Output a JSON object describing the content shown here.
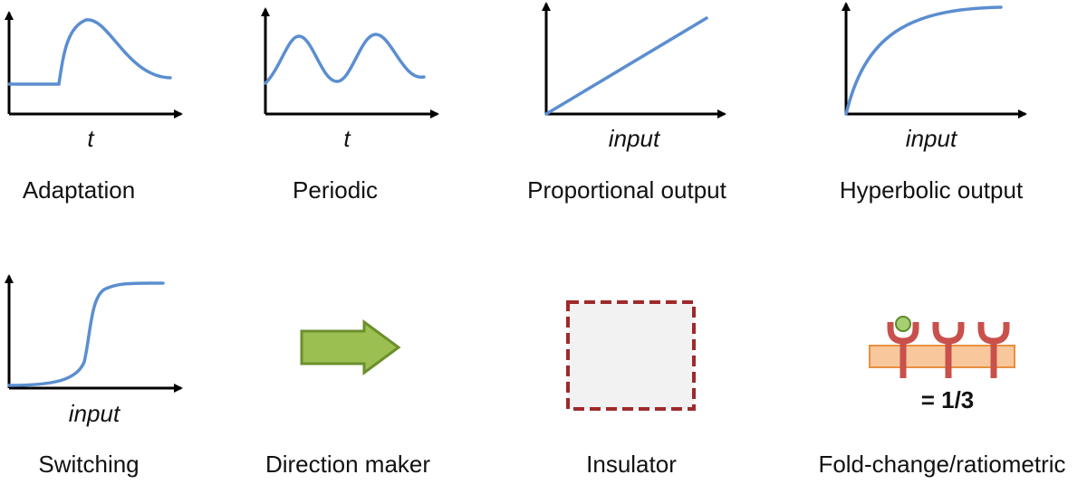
{
  "panels": [
    {
      "id": "adaptation",
      "caption": "Adaptation",
      "axis_label": "t",
      "icon": "adaptation-curve"
    },
    {
      "id": "periodic",
      "caption": "Periodic",
      "axis_label": "t",
      "icon": "oscillation-curve"
    },
    {
      "id": "proportional",
      "caption": "Proportional output",
      "axis_label": "input",
      "icon": "linear-curve"
    },
    {
      "id": "hyperbolic",
      "caption": "Hyperbolic output",
      "axis_label": "input",
      "icon": "saturation-curve"
    },
    {
      "id": "switching",
      "caption": "Switching",
      "axis_label": "input",
      "icon": "sigmoid-curve"
    },
    {
      "id": "direction",
      "caption": "Direction maker",
      "icon": "right-arrow"
    },
    {
      "id": "insulator",
      "caption": "Insulator",
      "icon": "dashed-box"
    },
    {
      "id": "foldchange",
      "caption": "Fold-change/ratiometric",
      "ratio_label": "= 1/3",
      "icon": "receptor-membrane"
    }
  ],
  "colors": {
    "axis": "#000000",
    "curve": "#5b8ed0",
    "arrow_fill": "#9cbf52",
    "arrow_stroke": "#6b8f2c",
    "box_stroke": "#9e2a2b",
    "box_fill": "#f2f2f2",
    "membrane_fill": "#f8c79c",
    "membrane_stroke": "#e8903f",
    "receptor": "#c9504b",
    "ligand_fill": "#a6cf73",
    "ligand_stroke": "#5c8a2a"
  }
}
